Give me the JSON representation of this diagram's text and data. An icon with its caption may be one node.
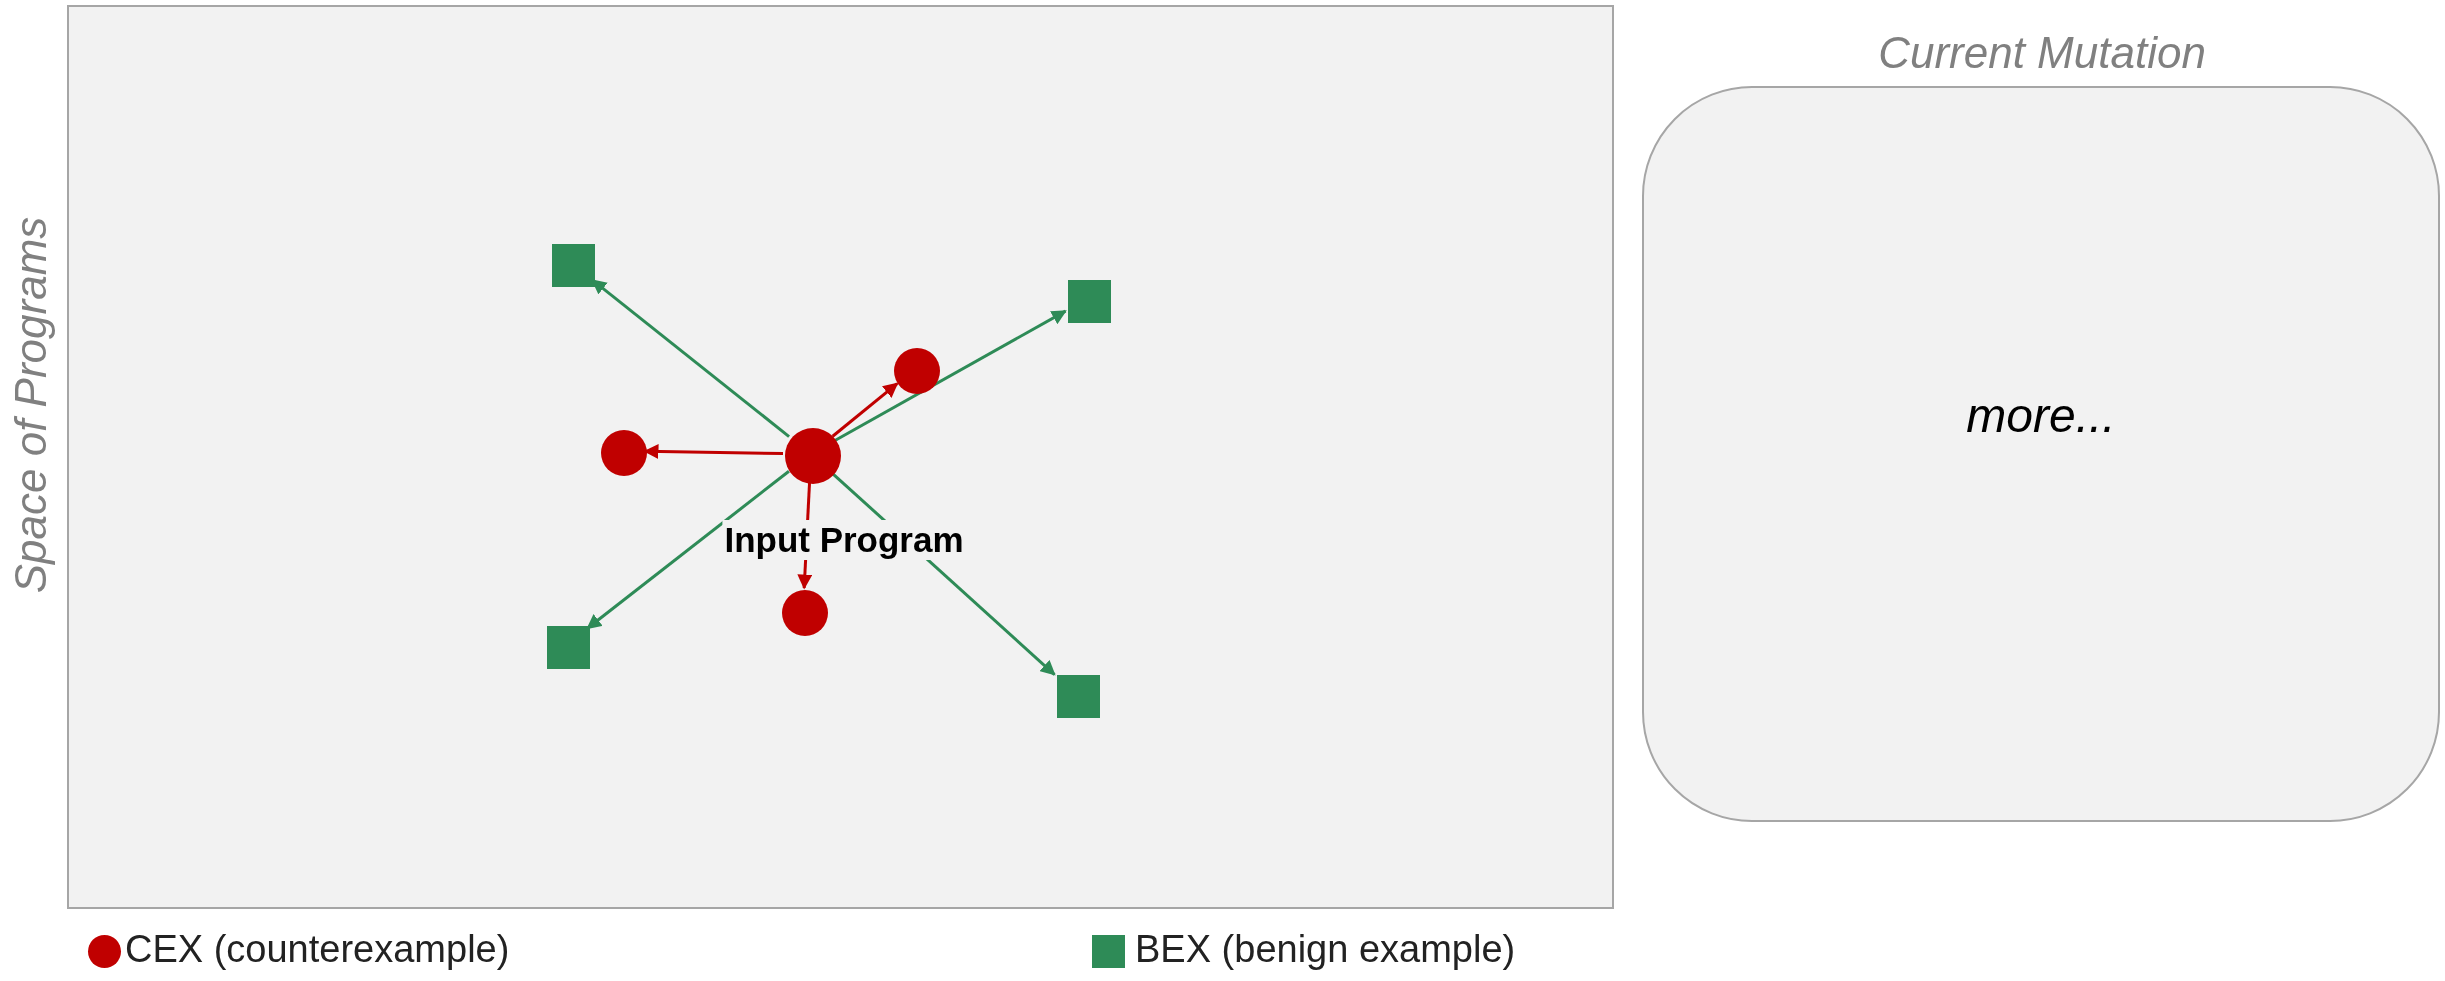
{
  "diagram": {
    "nodes": [
      {
        "text": [
          "Space of Programs"
        ]
      },
      {
        "text": [],
        "shape": "circle",
        "beside": [
          "Input Program"
        ],
        "in": 0
      },
      {
        "text": [],
        "shape": "box",
        "in": 0
      },
      {
        "text": [],
        "shape": "box",
        "in": 0
      },
      {
        "text": [],
        "shape": "circle",
        "in": 0
      },
      {
        "text": [],
        "shape": "circle",
        "in": 0
      },
      {
        "text": [],
        "shape": "circle",
        "in": 0
      },
      {
        "text": [],
        "shape": "box",
        "in": 0
      },
      {
        "text": [],
        "shape": "box",
        "in": 0
      },
      {
        "text": [
          "Current Mutation",
          "more..."
        ]
      }
    ],
    "edges": [
      {
        "from": 1,
        "to": 2,
        "arrow": "to"
      },
      {
        "from": 1,
        "to": 3,
        "arrow": "to"
      },
      {
        "from": 1,
        "to": 4,
        "arrow": "to",
        "color": "#c00000"
      },
      {
        "from": 1,
        "to": 5,
        "arrow": "to",
        "color": "#c00000"
      },
      {
        "from": 1,
        "to": 6,
        "arrow": "to",
        "color": "#c00000"
      },
      {
        "from": 1,
        "to": 7,
        "arrow": "to"
      },
      {
        "from": 1,
        "to": 8,
        "arrow": "to"
      }
    ],
    "legend": [
      {
        "text": "CEX (counterexample)",
        "color": "#c00000"
      },
      {
        "text": "BEX (benign example)",
        "color": "#2e8b57"
      }
    ]
  }
}
